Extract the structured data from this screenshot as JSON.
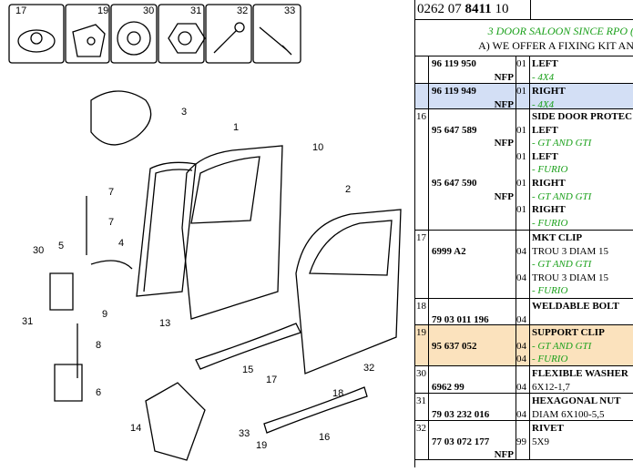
{
  "header": {
    "code_prefix": "0262 07 ",
    "code_bold": "8411",
    "code_suffix": " 10"
  },
  "title": {
    "line1": "3 DOOR SALOON SINCE RPO (",
    "line2": "A) WE OFFER A FIXING KIT AN"
  },
  "diagram": {
    "thumbnails": [
      "17",
      "19",
      "30",
      "31",
      "32",
      "33"
    ],
    "callouts": [
      "3",
      "1",
      "10",
      "2",
      "7",
      "7",
      "4",
      "30",
      "5",
      "31",
      "9",
      "8",
      "13",
      "15",
      "17",
      "32",
      "18",
      "6",
      "14",
      "33",
      "19",
      "16"
    ]
  },
  "rows": [
    {
      "ref": "",
      "part": "96 119 950",
      "nfp": "NFP",
      "lines": [
        {
          "qty": "01",
          "text": "LEFT",
          "bold": true
        },
        {
          "qty": "",
          "text": "- 4X4",
          "green": true
        }
      ]
    },
    {
      "ref": "",
      "part": "96 119 949",
      "nfp": "NFP",
      "highlight": "#d3dff5",
      "lines": [
        {
          "qty": "01",
          "text": "RIGHT",
          "bold": true
        },
        {
          "qty": "",
          "text": "- 4X4",
          "green": true
        }
      ]
    },
    {
      "ref": "16",
      "part": "95 647 589",
      "nfp": "NFP",
      "lines": [
        {
          "qty": "",
          "text": "SIDE DOOR PROTEC",
          "bold": true
        },
        {
          "qty": "01",
          "text": "LEFT",
          "bold": true
        },
        {
          "qty": "",
          "text": "- GT AND GTI",
          "green": true
        },
        {
          "qty": "01",
          "text": "LEFT",
          "bold": true
        },
        {
          "qty": "",
          "text": "- FURIO",
          "green": true
        }
      ]
    },
    {
      "ref": "",
      "part": "95 647 590",
      "nfp": "NFP",
      "lines": [
        {
          "qty": "01",
          "text": "RIGHT",
          "bold": true
        },
        {
          "qty": "",
          "text": "- GT AND GTI",
          "green": true
        },
        {
          "qty": "01",
          "text": "RIGHT",
          "bold": true
        },
        {
          "qty": "",
          "text": "- FURIO",
          "green": true
        }
      ]
    },
    {
      "ref": "17",
      "part": "6999 A2",
      "nfp": "",
      "lines": [
        {
          "qty": "",
          "text": "MKT CLIP",
          "bold": true
        },
        {
          "qty": "04",
          "text": "TROU 3 DIAM 15"
        },
        {
          "qty": "",
          "text": "- GT AND GTI",
          "green": true
        },
        {
          "qty": "04",
          "text": "TROU 3 DIAM 15"
        },
        {
          "qty": "",
          "text": "- FURIO",
          "green": true
        }
      ]
    },
    {
      "ref": "18",
      "part": "79 03 011 196",
      "nfp": "",
      "lines": [
        {
          "qty": "",
          "text": "WELDABLE BOLT",
          "bold": true
        },
        {
          "qty": "04",
          "text": ""
        }
      ]
    },
    {
      "ref": "19",
      "part": "95 637 052",
      "nfp": "",
      "highlight": "#fbe2bd",
      "lines": [
        {
          "qty": "",
          "text": "SUPPORT CLIP",
          "bold": true
        },
        {
          "qty": "04",
          "text": "- GT AND GTI",
          "green": true
        },
        {
          "qty": "04",
          "text": "- FURIO",
          "green": true
        }
      ]
    },
    {
      "ref": "30",
      "part": "6962 99",
      "nfp": "",
      "lines": [
        {
          "qty": "",
          "text": "FLEXIBLE WASHER",
          "bold": true
        },
        {
          "qty": "04",
          "text": "6X12-1,7"
        }
      ]
    },
    {
      "ref": "31",
      "part": "79 03 232 016",
      "nfp": "",
      "lines": [
        {
          "qty": "",
          "text": "HEXAGONAL NUT",
          "bold": true
        },
        {
          "qty": "04",
          "text": "DIAM 6X100-5,5"
        }
      ]
    },
    {
      "ref": "32",
      "part": "77 03 072 177",
      "nfp": "NFP",
      "lines": [
        {
          "qty": "",
          "text": "RIVET",
          "bold": true
        },
        {
          "qty": "99",
          "text": "5X9"
        }
      ]
    }
  ]
}
